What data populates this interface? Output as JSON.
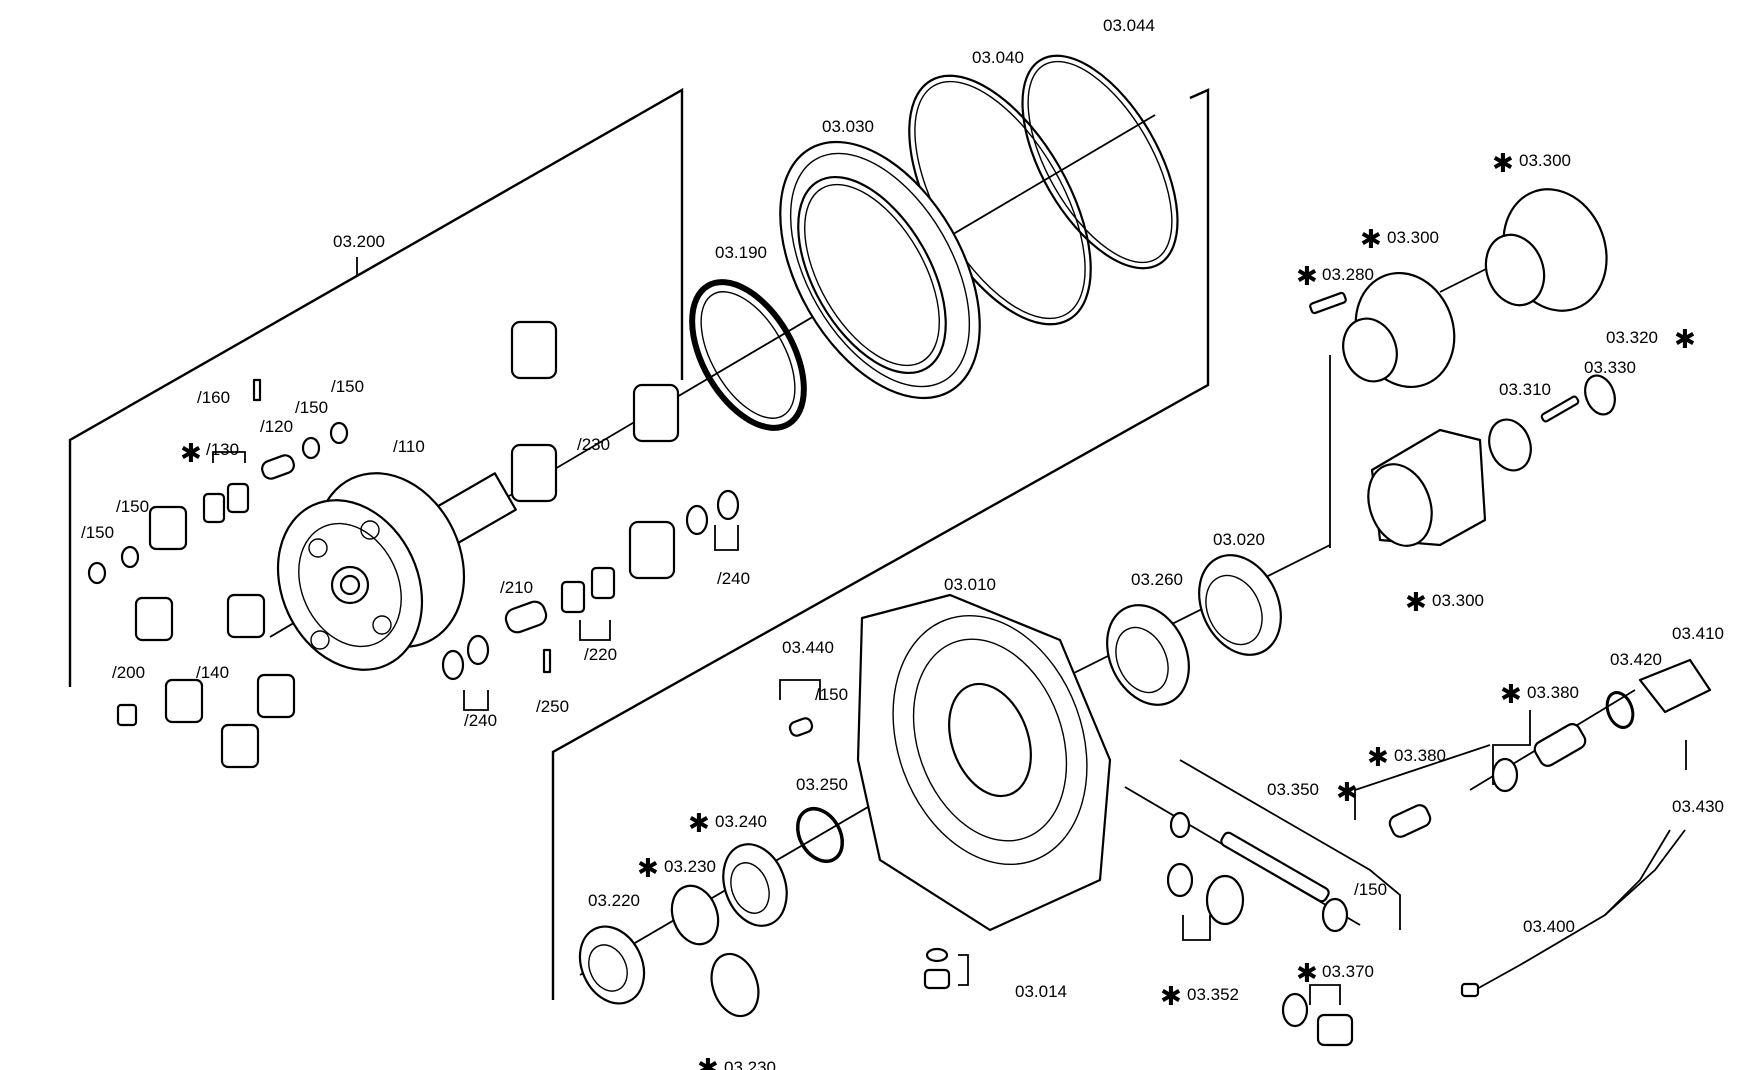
{
  "labels": {
    "p03_200": "03.200",
    "p03_190": "03.190",
    "p03_030": "03.030",
    "p03_040": "03.040",
    "p03_044": "03.044",
    "p03_300_top": "03.300",
    "p03_300_mid": "03.300",
    "p03_300_bot": "03.300",
    "p03_280": "03.280",
    "p03_320": "03.320",
    "p03_330": "03.330",
    "p03_310": "03.310",
    "p03_020": "03.020",
    "p03_260": "03.260",
    "p03_010": "03.010",
    "p03_440": "03.440",
    "p03_250": "03.250",
    "p03_240": "03.240",
    "p03_230_top": "03.230",
    "p03_230_bot": "03.230",
    "p03_220": "03.220",
    "p03_014": "03.014",
    "p03_350": "03.350",
    "p03_352": "03.352",
    "p03_370": "03.370",
    "p03_380_left": "03.380",
    "p03_380_right": "03.380",
    "p03_410": "03.410",
    "p03_420": "03.420",
    "p03_430": "03.430",
    "p03_400": "03.400",
    "s160": "/160",
    "s150_a": "/150",
    "s150_b": "/150",
    "s150_c": "/150",
    "s150_d": "/150",
    "s150_e": "/150",
    "s150_f": "/150",
    "s130": "/130",
    "s120": "/120",
    "s110": "/110",
    "s140": "/140",
    "s200": "/200",
    "s230": "/230",
    "s210": "/210",
    "s220": "/220",
    "s240_a": "/240",
    "s240_b": "/240",
    "s250": "/250"
  },
  "star_symbol": "✱"
}
